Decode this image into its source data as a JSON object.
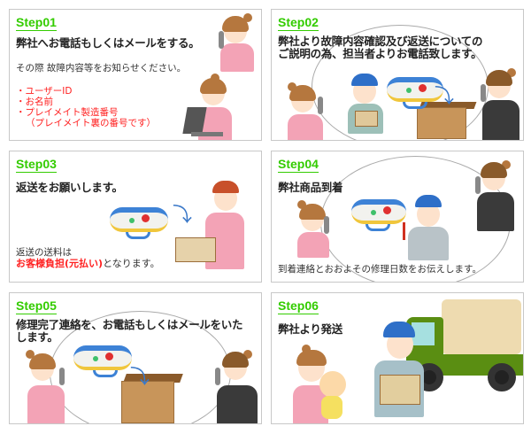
{
  "steps": [
    {
      "label": "Step01",
      "heading": "弊社へお電話もしくはメールをする。",
      "note": "その際 故障内容等をお知らせください。",
      "list": [
        "・ユーザーID",
        "・お名前",
        "・プレイメイト製造番号",
        "（プレイメイト裏の番号です）"
      ]
    },
    {
      "label": "Step02",
      "heading_lines": [
        "弊社より故障内容確認及び返送についての",
        "ご説明の為、担当者よりお電話致します。"
      ]
    },
    {
      "label": "Step03",
      "heading": "返送をお願いします。",
      "note": "返送の送料は",
      "highlight": "お客様負担(元払い)",
      "note_end": "となります。"
    },
    {
      "label": "Step04",
      "heading": "弊社商品到着",
      "note": "到着連絡とおおよその修理日数をお伝えします。"
    },
    {
      "label": "Step05",
      "heading_lines": [
        "修理完了連絡を、お電話もしくはメールをいた",
        "します。"
      ]
    },
    {
      "label": "Step06",
      "heading": "弊社より発送"
    }
  ],
  "colors": {
    "step_label": "#33cc00",
    "highlight": "#ff2020",
    "border": "#c8c8c8"
  }
}
